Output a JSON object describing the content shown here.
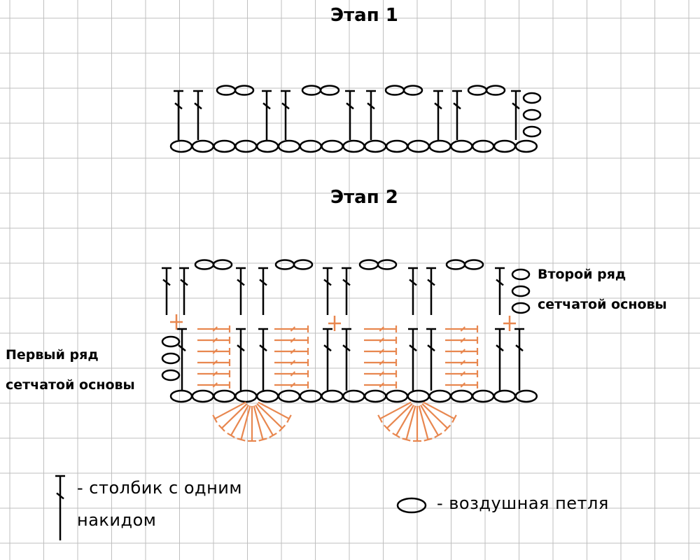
{
  "stage1": {
    "title": "Этап 1"
  },
  "stage2": {
    "title": "Этап 2",
    "first_row_label": [
      "Первый ряд",
      "сетчатой основы"
    ],
    "second_row_label": [
      "Второй ряд",
      "сетчатой основы"
    ]
  },
  "legend": {
    "dc_text": [
      "- столбик с одним",
      "накидом"
    ],
    "chain_text": "- воздушная петля"
  },
  "colors": {
    "grid": "#bfbfbf",
    "ink": "#000000",
    "accent": "#e8874f",
    "background": "#ffffff"
  },
  "symbols": {
    "double_crochet": "dc-symbol-icon",
    "chain": "chain-loop-icon",
    "single_crochet": "plus-icon",
    "orange_stitch": "orange-dc-symbol-icon"
  }
}
